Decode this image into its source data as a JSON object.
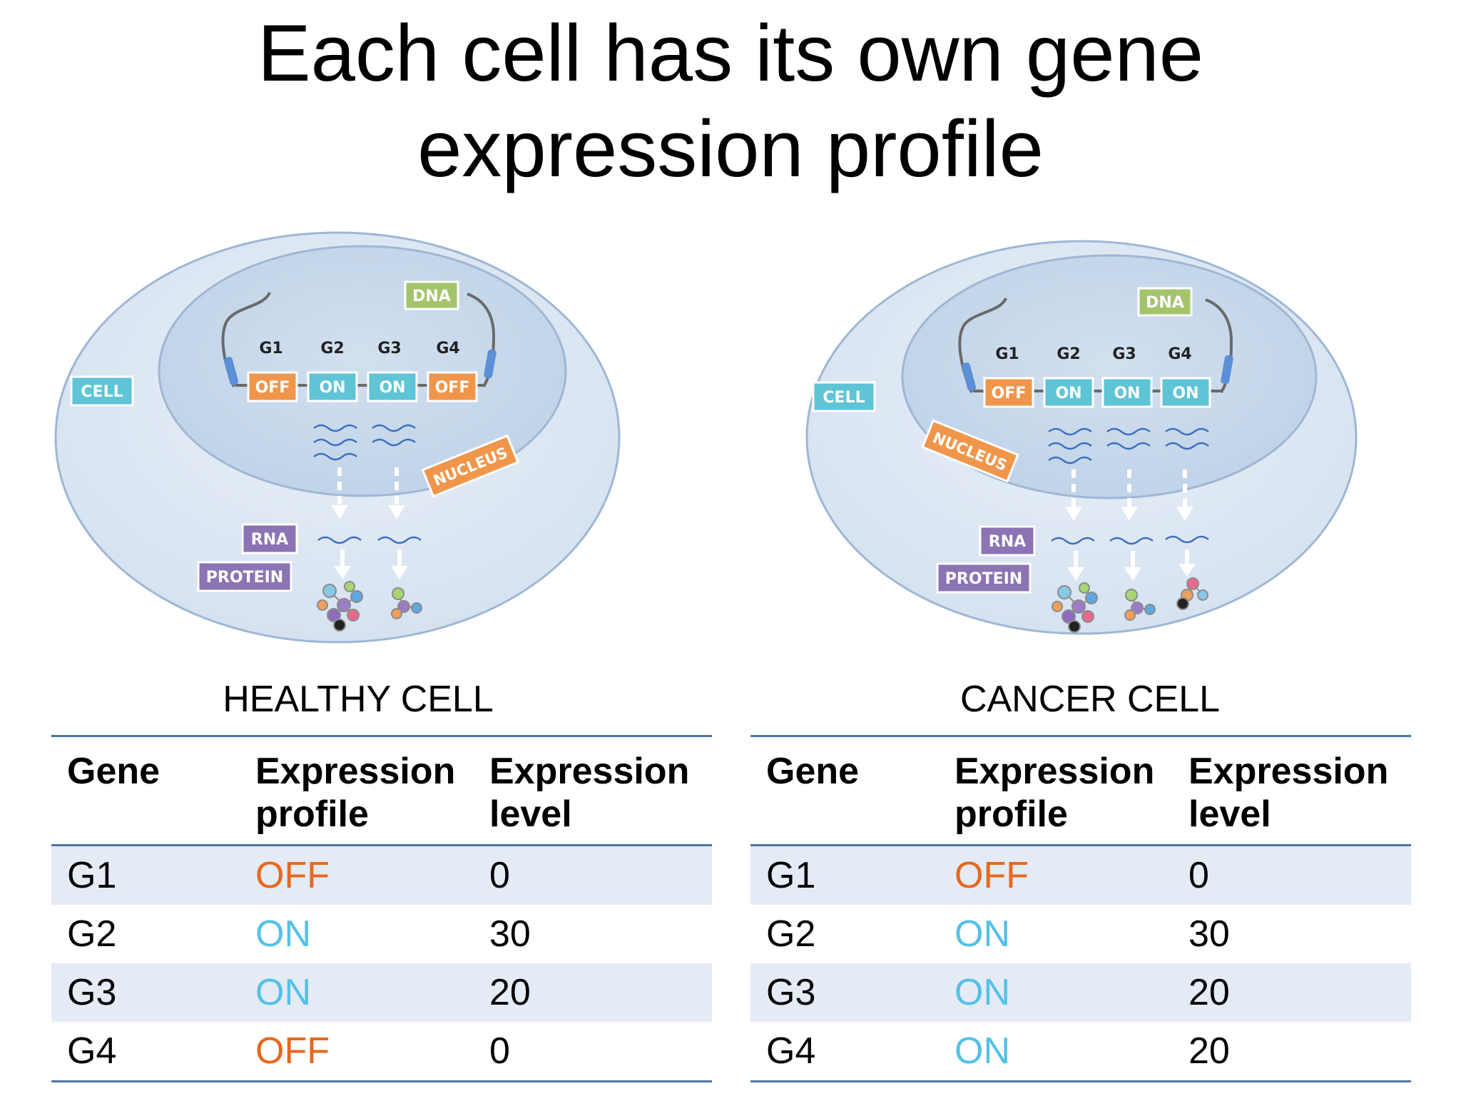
{
  "title": {
    "line1": "Each cell has its own gene",
    "line2": "expression profile"
  },
  "colors": {
    "off": "#e8671c",
    "on": "#54c1e6",
    "table_rule": "#4a74a3",
    "row_shade": "#e4ebf5"
  },
  "panels": [
    {
      "caption": "HEALTHY CELL",
      "diagram": {
        "dna_label": "DNA",
        "cell_label": "CELL",
        "nucleus_label": "NUCLEUS",
        "rna_label": "RNA",
        "protein_label": "PROTEIN",
        "genes": [
          "G1",
          "G2",
          "G3",
          "G4"
        ],
        "states": [
          "OFF",
          "ON",
          "ON",
          "OFF"
        ]
      },
      "table": {
        "headers": [
          "Gene",
          "Expression profile",
          "Expression level"
        ],
        "rows": [
          [
            "G1",
            "OFF",
            "0"
          ],
          [
            "G2",
            "ON",
            "30"
          ],
          [
            "G3",
            "ON",
            "20"
          ],
          [
            "G4",
            "OFF",
            "0"
          ]
        ]
      }
    },
    {
      "caption": "CANCER CELL",
      "diagram": {
        "dna_label": "DNA",
        "cell_label": "CELL",
        "nucleus_label": "NUCLEUS",
        "rna_label": "RNA",
        "protein_label": "PROTEIN",
        "genes": [
          "G1",
          "G2",
          "G3",
          "G4"
        ],
        "states": [
          "OFF",
          "ON",
          "ON",
          "ON"
        ]
      },
      "table": {
        "headers": [
          "Gene",
          "Expression profile",
          "Expression level"
        ],
        "rows": [
          [
            "G1",
            "OFF",
            "0"
          ],
          [
            "G2",
            "ON",
            "30"
          ],
          [
            "G3",
            "ON",
            "20"
          ],
          [
            "G4",
            "ON",
            "20"
          ]
        ]
      }
    }
  ]
}
